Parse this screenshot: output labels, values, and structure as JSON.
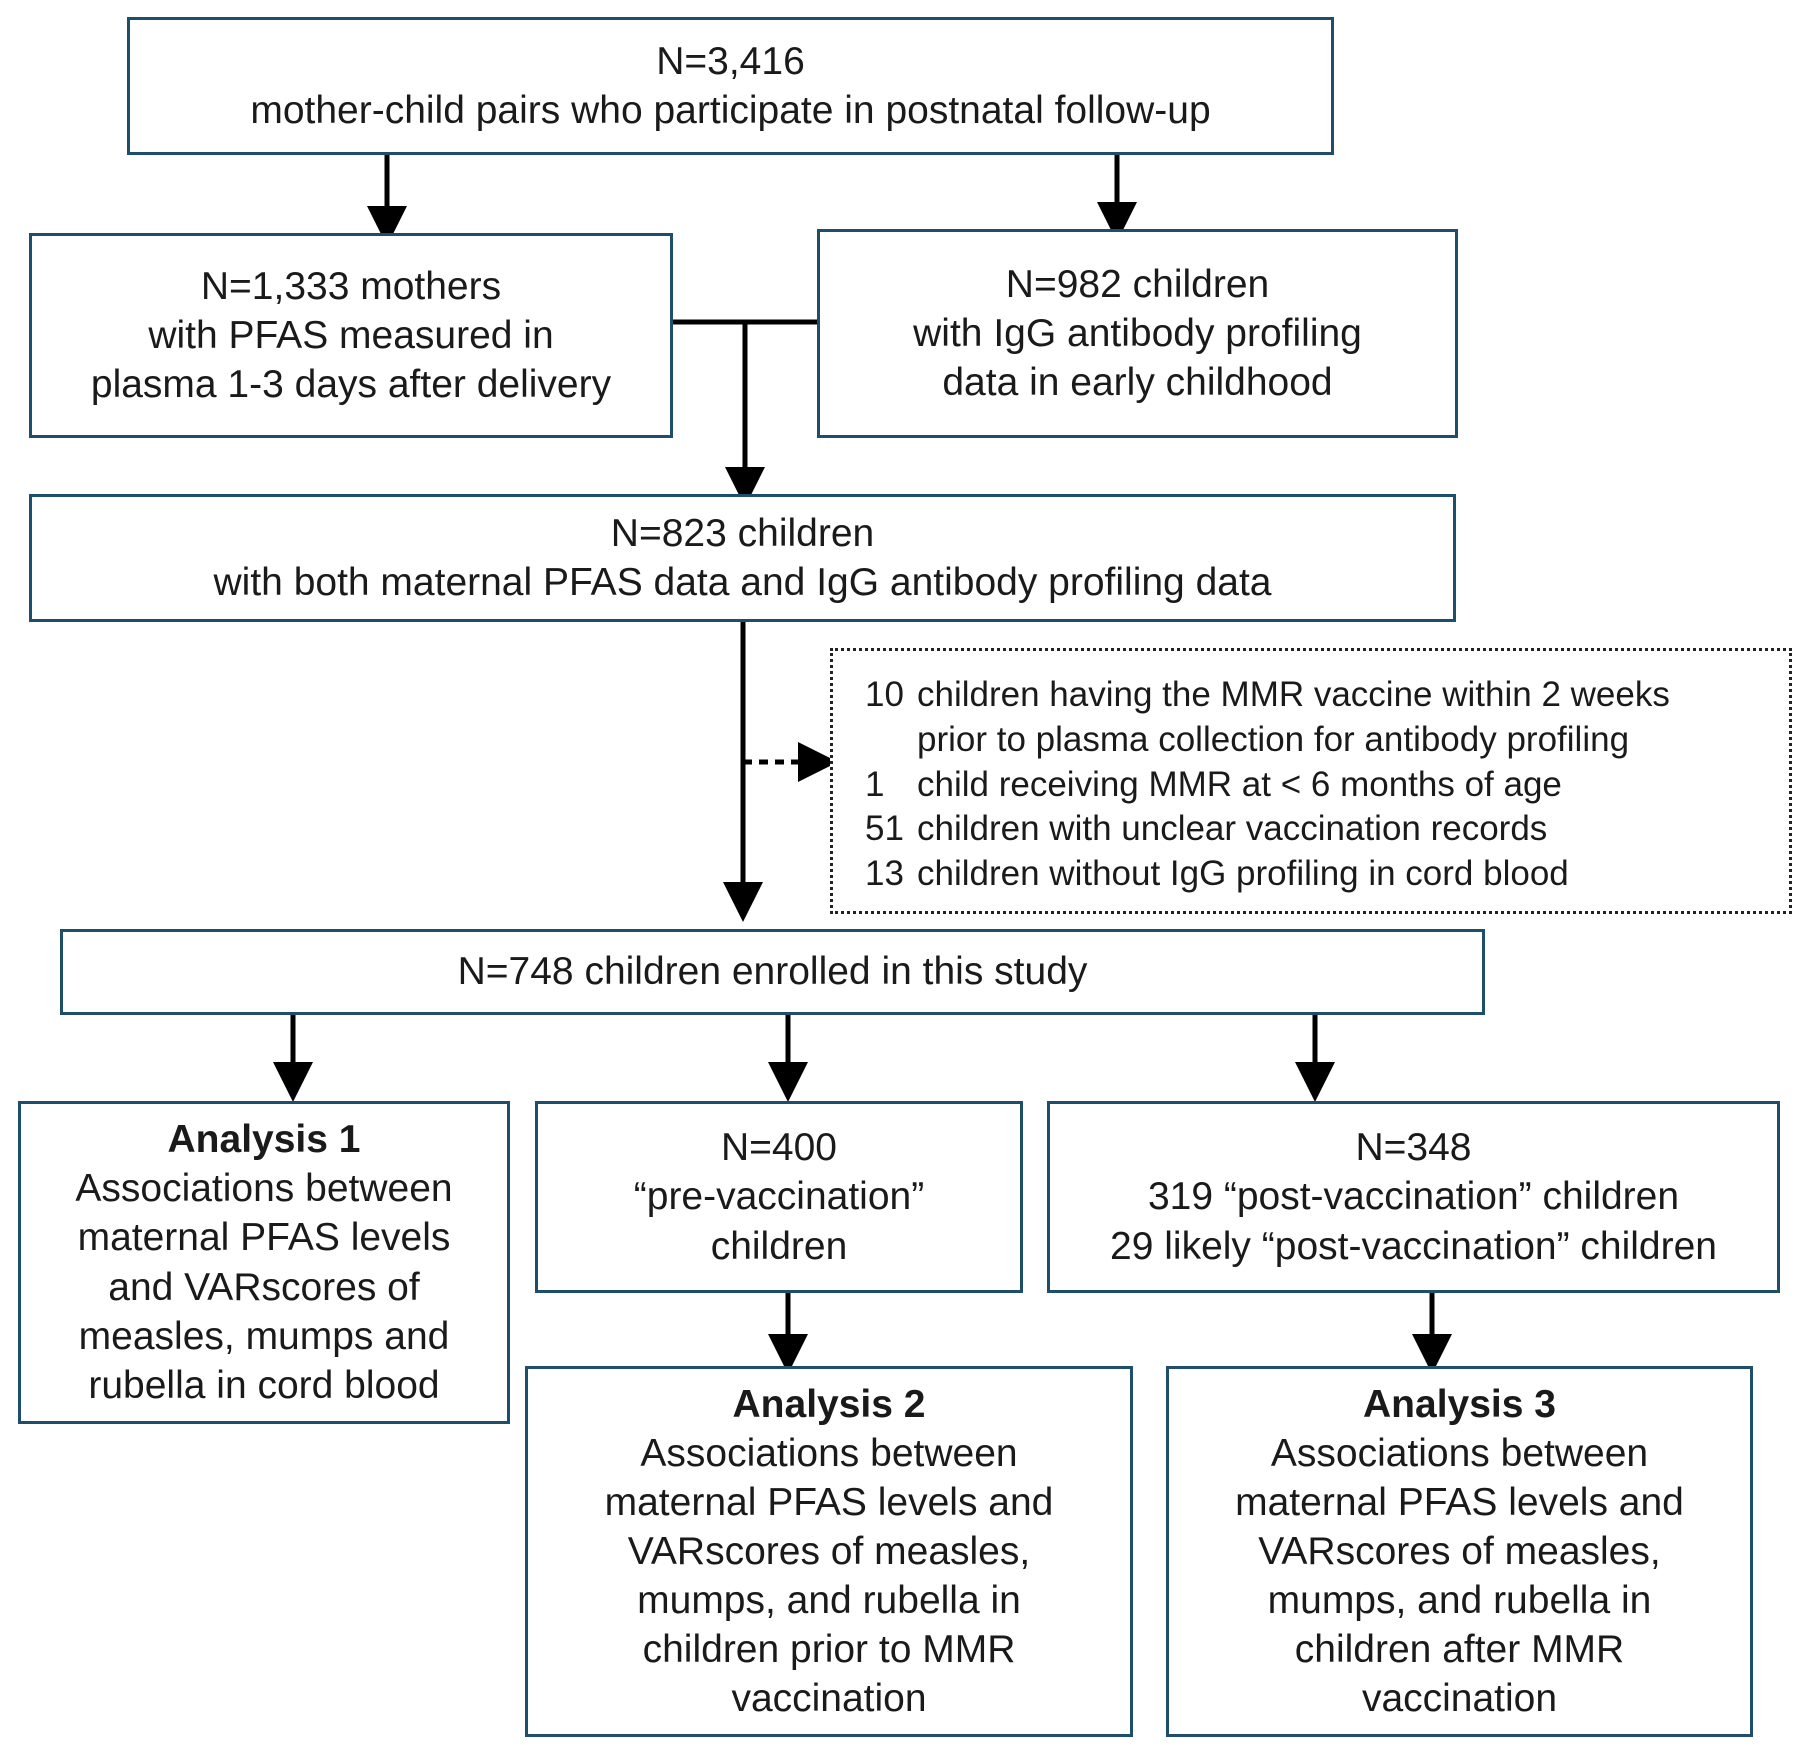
{
  "boxes": {
    "participants": {
      "n": "N=3,416",
      "desc": "mother-child pairs who participate in postnatal follow-up"
    },
    "mothers": {
      "lines": [
        "N=1,333 mothers",
        "with PFAS measured in",
        "plasma 1-3 days after delivery"
      ]
    },
    "children_igg": {
      "lines": [
        "N=982 children",
        "with IgG antibody profiling",
        "data in early childhood"
      ]
    },
    "both": {
      "lines": [
        "N=823 children",
        "with both maternal PFAS data and IgG antibody profiling data"
      ]
    },
    "enrolled": {
      "text": "N=748 children enrolled in this study"
    },
    "analysis1": {
      "title": "Analysis 1",
      "lines": [
        "Associations between",
        "maternal PFAS levels",
        "and VARscores of",
        "measles, mumps and",
        "rubella in cord blood"
      ]
    },
    "pre": {
      "lines": [
        "N=400",
        "“pre-vaccination”",
        "children"
      ]
    },
    "post": {
      "lines": [
        "N=348",
        "319 “post-vaccination” children",
        "29 likely “post-vaccination” children"
      ]
    },
    "analysis2": {
      "title": "Analysis 2",
      "lines": [
        "Associations between",
        "maternal PFAS levels and",
        "VARscores of measles,",
        "mumps, and rubella in",
        "children prior to MMR",
        "vaccination"
      ]
    },
    "analysis3": {
      "title": "Analysis 3",
      "lines": [
        "Associations between",
        "maternal PFAS levels and",
        "VARscores of measles,",
        "mumps, and rubella in",
        "children after MMR",
        "vaccination"
      ]
    }
  },
  "exclusions": [
    {
      "count": "10",
      "text": "children having the MMR vaccine within 2 weeks",
      "cont": "prior to plasma collection for antibody profiling"
    },
    {
      "count": "1",
      "text": "child receiving MMR at < 6 months of age"
    },
    {
      "count": "51",
      "text": "children with unclear vaccination records"
    },
    {
      "count": "13",
      "text": "children without  IgG profiling in cord blood"
    }
  ],
  "colors": {
    "box_border": "#1f4e6b",
    "arrow": "#000000",
    "text": "#1a1a1a"
  }
}
